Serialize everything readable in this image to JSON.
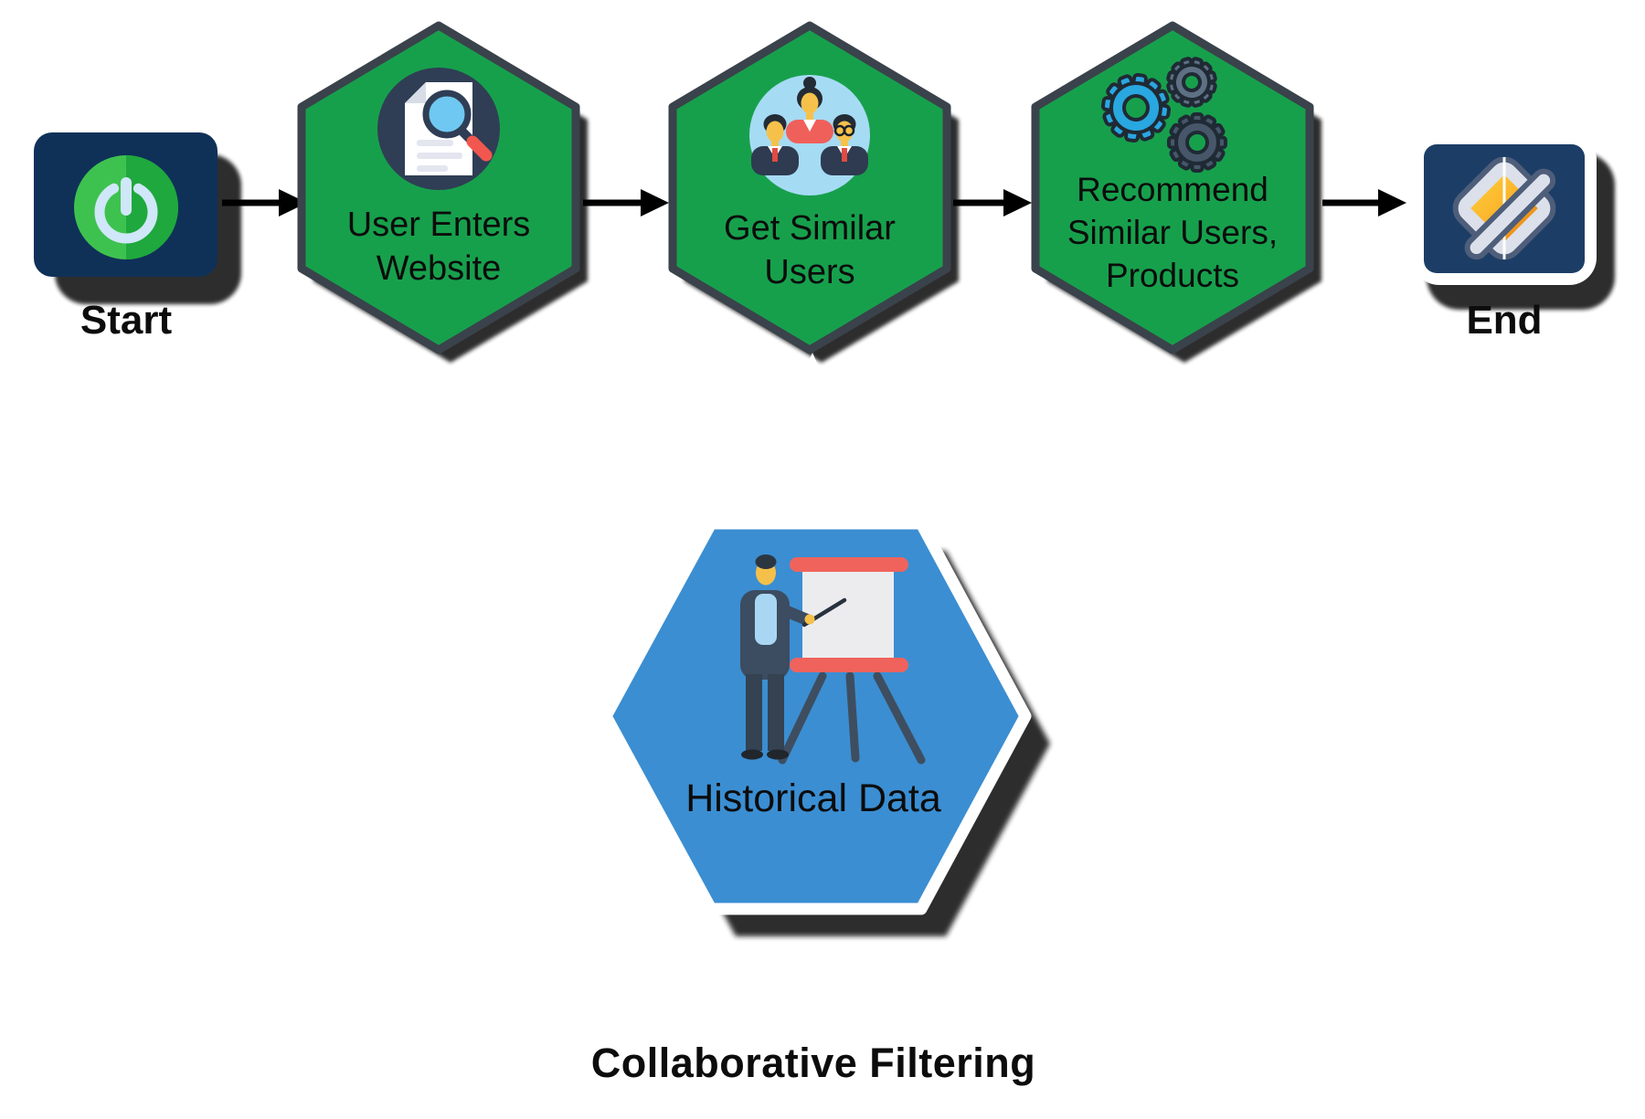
{
  "title": {
    "text": "Collaborative Filtering"
  },
  "start": {
    "label": "Start",
    "icon": "power-icon"
  },
  "end": {
    "label": "End",
    "icon": "diamond-badge-icon"
  },
  "steps": [
    {
      "label_lines": [
        "User Enters",
        "Website"
      ],
      "icon": "document-search-icon"
    },
    {
      "label_lines": [
        "Get Similar",
        "Users"
      ],
      "icon": "similar-users-icon"
    },
    {
      "label_lines": [
        "Recommend",
        "Similar Users,",
        "Products"
      ],
      "icon": "gears-icon"
    }
  ],
  "data_source": {
    "label": "Historical Data",
    "icon": "presenter-flipchart-icon"
  },
  "colors": {
    "hexagon_green": "#17A04C",
    "hexagon_border": "#3A424B",
    "data_hexagon_blue": "#3B8ED2",
    "data_hexagon_border": "#FFFFFF",
    "start_navy": "#0F3158",
    "end_navy": "#1C3E66",
    "icon_circle_navy": "#2F3E55",
    "people_circle_blue": "#A6DBF4",
    "power_green_light": "#3EC24F",
    "power_green_dark": "#1FA83D",
    "power_symbol_blue": "#CFE7F8",
    "gear_blue": "#29A7E0",
    "gear_slate_light": "#5E7083",
    "gear_slate_dark": "#475769",
    "accent_red": "#F0605A",
    "magnifier_red": "#F2574F",
    "diamond_gray": "#DCE0EA",
    "diamond_orange": "#F5A623",
    "arrow_black": "#000000",
    "connector_white": "#FFFFFF",
    "text_black": "#0C0C0C"
  }
}
